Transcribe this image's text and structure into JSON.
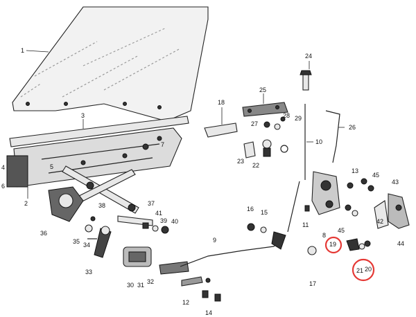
{
  "diagram": {
    "callouts": [
      "1",
      "2",
      "3",
      "4",
      "5",
      "6",
      "7",
      "8",
      "9",
      "10",
      "11",
      "12",
      "13",
      "14",
      "15",
      "16",
      "17",
      "18",
      "19",
      "20",
      "21",
      "22",
      "23",
      "24",
      "25",
      "26",
      "27",
      "28",
      "29",
      "30",
      "31",
      "32",
      "33",
      "34",
      "35",
      "36",
      "37",
      "38",
      "39",
      "40",
      "41",
      "42",
      "43",
      "44",
      "45",
      "45b"
    ],
    "callout_text": {
      "1": "1",
      "2": "2",
      "3": "3",
      "4": "4",
      "5": "5",
      "6": "6",
      "7": "7",
      "8": "8",
      "9": "9",
      "10": "10",
      "11": "11",
      "12": "12",
      "13": "13",
      "14": "14",
      "15": "15",
      "16": "16",
      "17": "17",
      "18": "18",
      "19": "19",
      "20": "20",
      "21": "21",
      "22": "22",
      "23": "23",
      "24": "24",
      "25": "25",
      "26": "26",
      "27": "27",
      "28": "28",
      "29": "29",
      "30": "30",
      "31": "31",
      "32": "32",
      "33": "33",
      "34": "34",
      "35": "35",
      "36": "36",
      "37": "37",
      "38": "38",
      "39": "39",
      "40": "40",
      "41": "41",
      "42": "42",
      "43": "43",
      "44": "44",
      "45": "45",
      "45b": "45"
    },
    "highlighted": [
      "19",
      "20",
      "21"
    ],
    "highlight_color": "#e53935"
  }
}
